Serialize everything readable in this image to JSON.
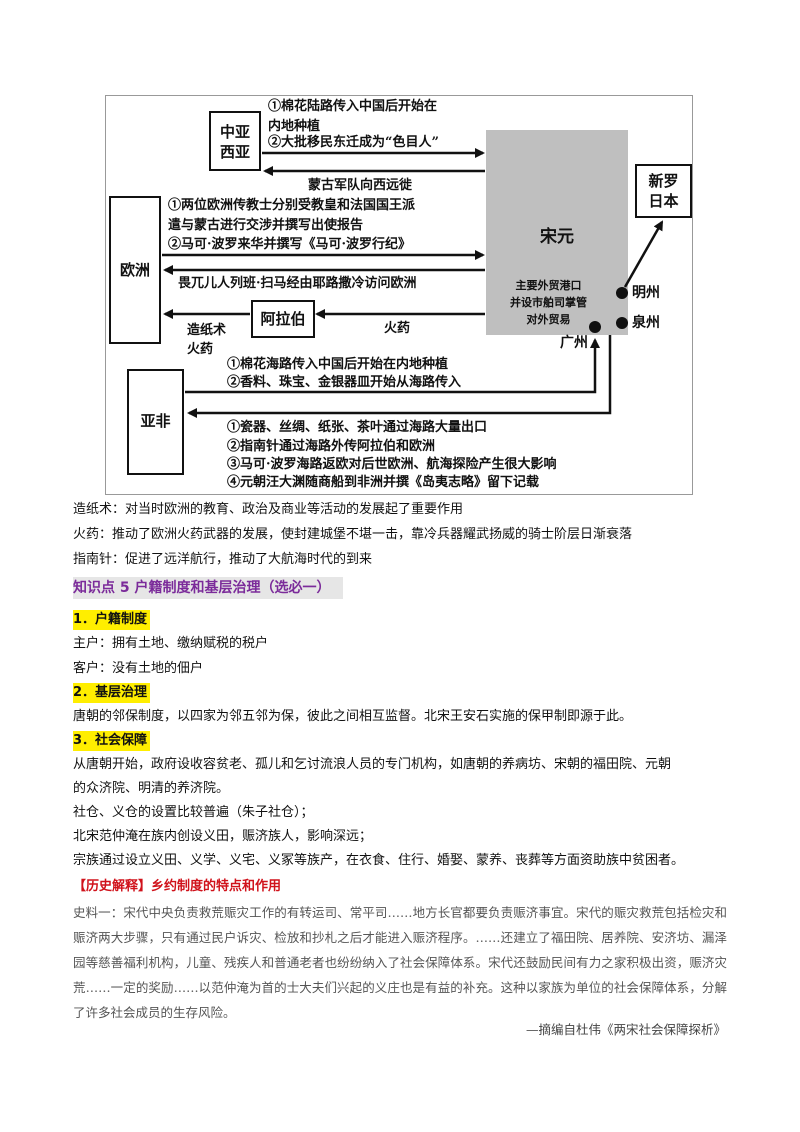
{
  "diagram": {
    "boxes": {
      "zhongya": "中亚\n西亚",
      "ouzhou": "欧洲",
      "alabo": "阿拉伯",
      "yafei": "亚非",
      "songyuan": "宋元",
      "xinluo": "新罗\n日本"
    },
    "labels": {
      "cotton_land": "①棉花陆路传入中国后开始在\n内地种植",
      "semuren": "②大批移民东迁成为“色目人”",
      "mongol": "蒙古军队向西远徙",
      "missionaries": "①两位欧洲传教士分别受教皇和法国国王派\n遣与蒙古进行交涉并撰写出使报告",
      "marco_polo_book": "②马可·波罗来华并撰写《马可·波罗行纪》",
      "rabban": "畏兀儿人列班·扫马经由耶路撒冷访问欧洲",
      "paper_gunpowder": "造纸术\n火药",
      "gunpowder": "火药",
      "port_note": "主要外贸港口\n并设市舶司掌管\n对外贸易",
      "mingzhou": "明州",
      "quanzhou": "泉州",
      "guangzhou": "广州",
      "cotton_sea": "①棉花海路传入中国后开始在内地种植",
      "spices": "②香料、珠宝、金银器皿开始从海路传入",
      "exports": "①瓷器、丝绸、纸张、茶叶通过海路大量出口",
      "compass": "②指南针通过海路外传阿拉伯和欧洲",
      "marco_return": "③马可·波罗海路返欧对后世欧洲、航海探险产生很大影响",
      "wang_dayuan": "④元朝汪大渊随商船到非洲并撰《岛夷志略》留下记载"
    }
  },
  "inventions": [
    "造纸术：对当时欧洲的教育、政治及商业等活动的发展起了重要作用",
    "火药：推动了欧洲火药武器的发展，使封建城堡不堪一击，靠冷兵器耀武扬威的骑士阶层日渐衰落",
    "指南针：促进了远洋航行，推动了大航海时代的到来"
  ],
  "section": {
    "title": "知识点 5  户籍制度和基层治理（选必一）",
    "s1_title": "1．户籍制度",
    "s1_lines": [
      "主户：拥有土地、缴纳赋税的税户",
      "客户：没有土地的佃户"
    ],
    "s2_title": "2．基层治理",
    "s2_lines": [
      "唐朝的邻保制度，以四家为邻五邻为保，彼此之间相互监督。北宋王安石实施的保甲制即源于此。"
    ],
    "s3_title": "3．社会保障",
    "s3_lines": [
      "从唐朝开始，政府设收容贫老、孤儿和乞讨流浪人员的专门机构，如唐朝的养病坊、宋朝的福田院、元朝",
      "的众济院、明清的养济院。",
      "社仓、义仓的设置比较普遍（朱子社仓）；",
      "北宋范仲淹在族内创设义田，赈济族人，影响深远；",
      "宗族通过设立义田、义学、义宅、义冢等族产，在衣食、住行、婚娶、蒙养、丧葬等方面资助族中贫困者。"
    ]
  },
  "history": {
    "title": "【历史解释】乡约制度的特点和作用",
    "excerpt": "史料一：宋代中央负责救荒赈灾工作的有转运司、常平司……地方长官都要负责赈济事宜。宋代的赈灾救荒包括检灾和赈济两大步骤，只有通过民户诉灾、检放和抄札之后才能进入赈济程序。……还建立了福田院、居养院、安济坊、漏泽园等慈善福利机构，儿童、残疾人和普通老者也纷纷纳入了社会保障体系。宋代还鼓励民间有力之家积极出资，赈济灾荒……一定的奖励……以范仲淹为首的士大夫们兴起的义庄也是有益的补充。这种以家族为单位的社会保障体系，分解了许多社会成员的生存风险。",
    "source": "—摘编自杜伟《两宋社会保障探析》"
  }
}
